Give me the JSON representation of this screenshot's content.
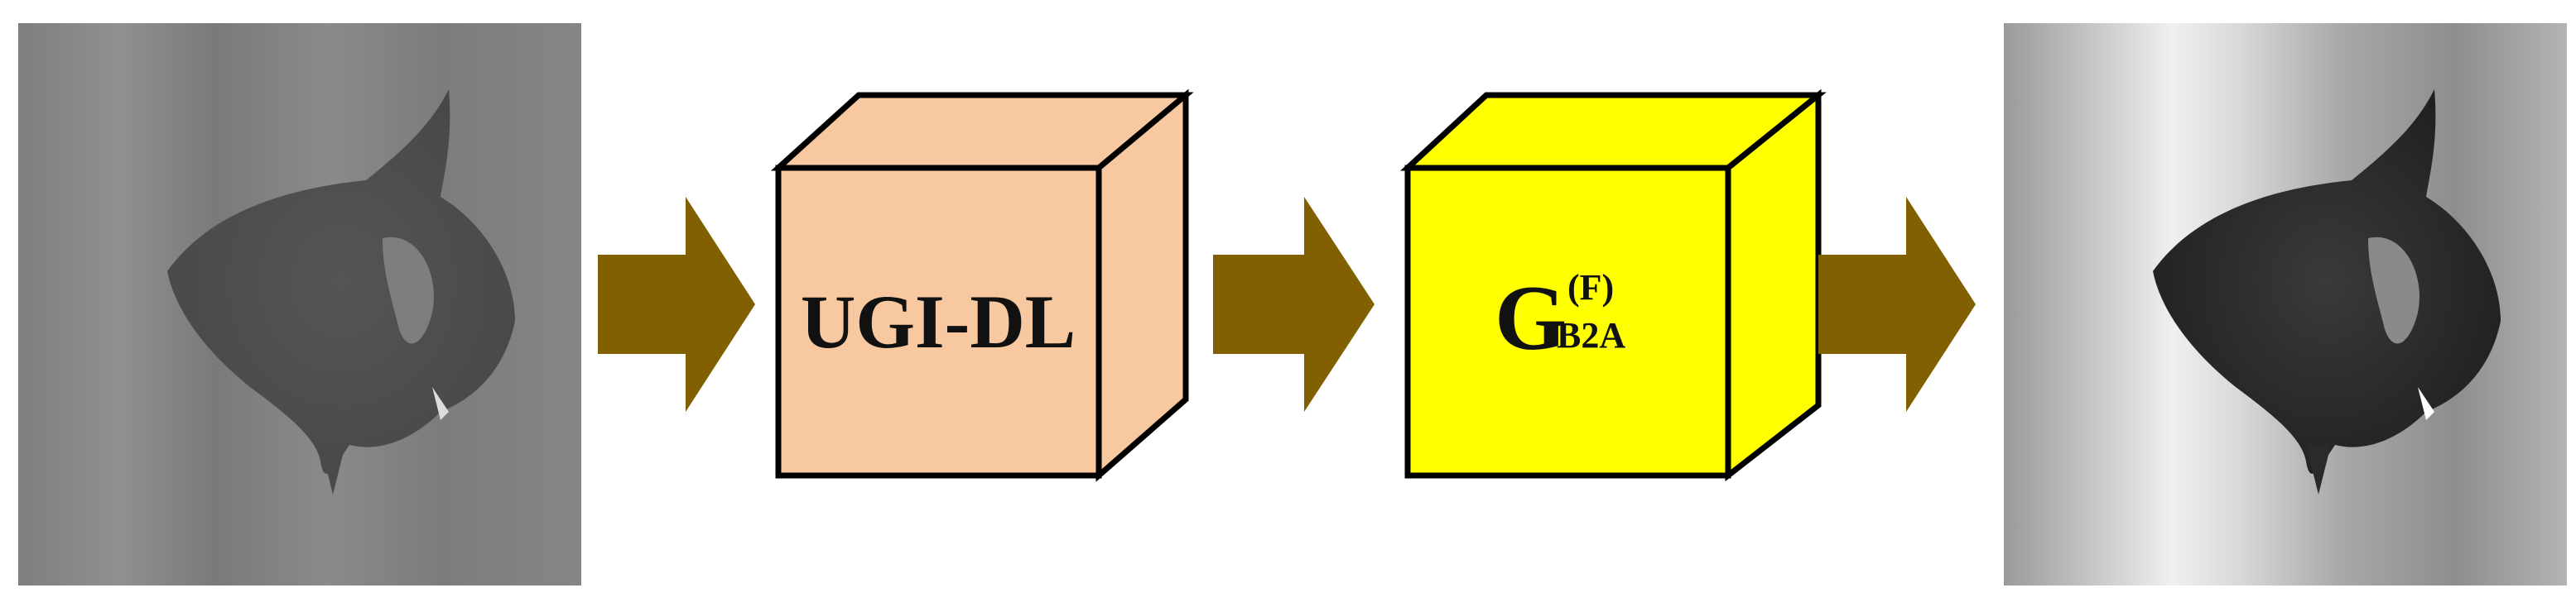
{
  "colors": {
    "background": "#ffffff",
    "arrow": "#806000",
    "box_ugi_front": "#f8c8a0",
    "box_ugi_top": "#f8c8a0",
    "box_ugi_side": "#f8c8a0",
    "box_gen_front": "#ffff00",
    "box_gen_top": "#ffff00",
    "box_gen_side": "#ffff00",
    "outline": "#000000"
  },
  "pipeline": {
    "input_image": {
      "description_icon": "fish-photo-icon"
    },
    "block1": {
      "label": "UGI-DL"
    },
    "block2": {
      "label_main": "G",
      "label_superscript": "(F)",
      "label_subscript": "B2A"
    },
    "output_image": {
      "description_icon": "fish-photo-icon"
    }
  }
}
